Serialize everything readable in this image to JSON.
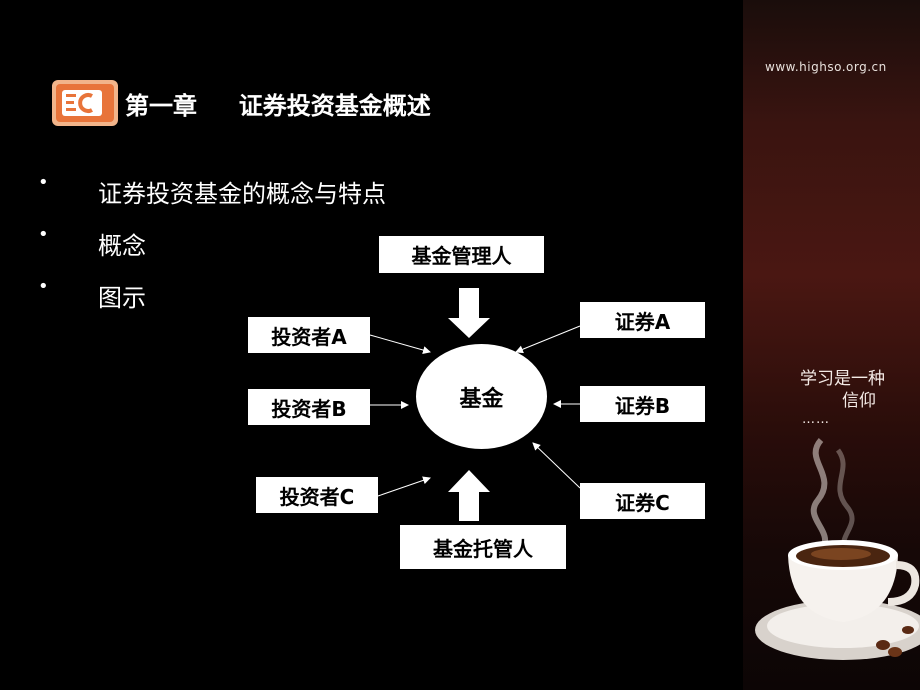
{
  "header": {
    "chapter": "第一章",
    "title": "证券投资基金概述"
  },
  "site": {
    "url": "www.highso.org.cn"
  },
  "slogan": {
    "line1": "学习是一种",
    "line2": "信仰",
    "ellipsis": "……"
  },
  "bullets": [
    {
      "text": "证券投资基金的概念与特点"
    },
    {
      "text": "概念"
    },
    {
      "text": "图示"
    }
  ],
  "diagram": {
    "center": "基金",
    "top": "基金管理人",
    "bottom": "基金托管人",
    "investors": [
      "投资者A",
      "投资者B",
      "投资者C"
    ],
    "securities": [
      "证券A",
      "证券B",
      "证券C"
    ]
  },
  "colors": {
    "background": "#000000",
    "panel": "#3a1410",
    "box": "#ffffff",
    "logo": "#e8743a"
  },
  "icons": {
    "logo": "presentation-logo-icon",
    "cup": "coffee-cup-icon"
  }
}
